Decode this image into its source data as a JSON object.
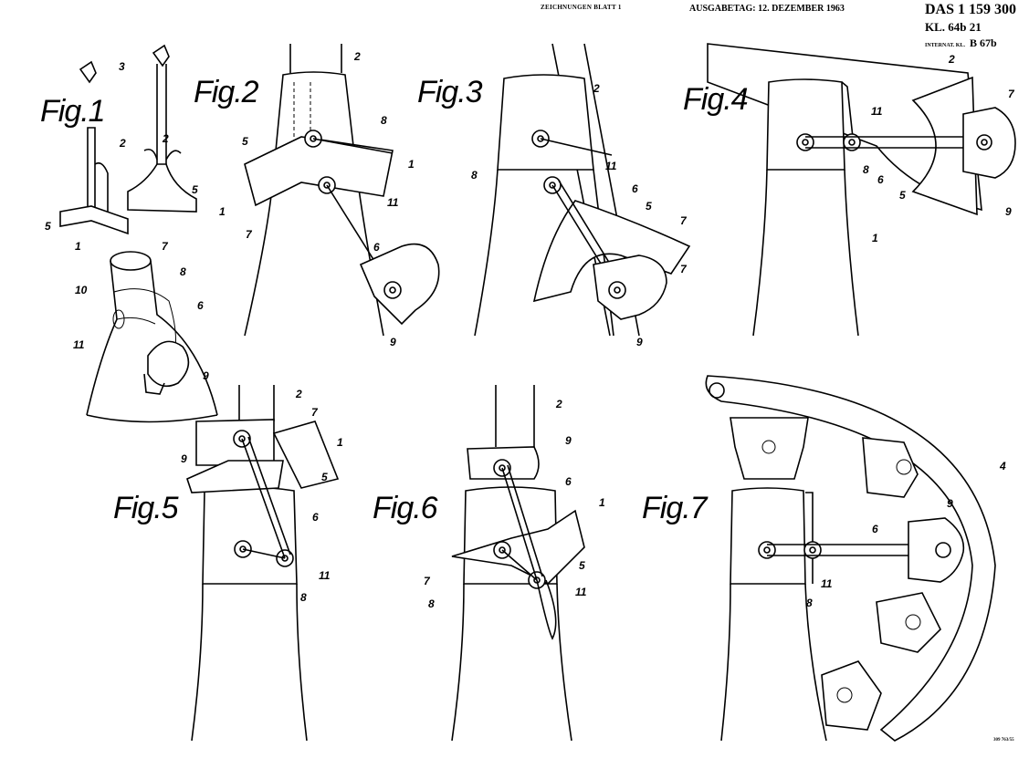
{
  "header": {
    "sheet": "ZEICHNUNGEN BLATT 1",
    "issue_date": "AUSGABETAG: 12. DEZEMBER 1963",
    "das_number": "DAS 1 159 300",
    "class": "KL. 64b 21",
    "intl_class_prefix": "INTERNAT. KL.",
    "intl_class": "B 67b",
    "footer_code": "309 763/55"
  },
  "figures": [
    {
      "label": "Fig.1",
      "callouts": [
        "3",
        "2",
        "2",
        "5",
        "5",
        "1",
        "1",
        "7",
        "10",
        "8",
        "6",
        "11",
        "9"
      ]
    },
    {
      "label": "Fig.2",
      "callouts": [
        "2",
        "8",
        "5",
        "1",
        "11",
        "7",
        "6",
        "9"
      ]
    },
    {
      "label": "Fig.3",
      "callouts": [
        "2",
        "11",
        "8",
        "6",
        "5",
        "7",
        "7",
        "9"
      ]
    },
    {
      "label": "Fig.4",
      "callouts": [
        "2",
        "7",
        "11",
        "8",
        "6",
        "5",
        "1",
        "9"
      ]
    },
    {
      "label": "Fig.5",
      "callouts": [
        "2",
        "7",
        "9",
        "1",
        "5",
        "6",
        "11",
        "8"
      ]
    },
    {
      "label": "Fig.6",
      "callouts": [
        "2",
        "9",
        "6",
        "1",
        "5",
        "7",
        "8",
        "11"
      ]
    },
    {
      "label": "Fig.7",
      "callouts": [
        "4",
        "9",
        "6",
        "11",
        "8"
      ]
    }
  ]
}
